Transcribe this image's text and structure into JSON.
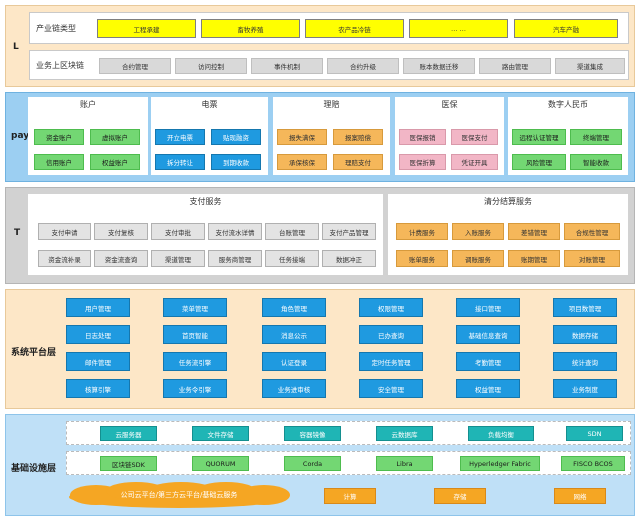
{
  "layers": {
    "l": {
      "label": "L"
    },
    "pay": {
      "label": "pay"
    },
    "t": {
      "label": "T"
    },
    "platform": {
      "label": "系统平台层"
    },
    "infra": {
      "label": "基础设施层"
    }
  },
  "l_layer": {
    "industry_label": "产业链类型",
    "industries": [
      "工程承建",
      "畜牧养殖",
      "农产品冷链",
      "… …",
      "汽车产融"
    ],
    "chain_label": "业务上区块链",
    "chain_items": [
      "合约管理",
      "访问控制",
      "事件机制",
      "合约升级",
      "账本数据迁移",
      "路由管理",
      "渠道集成"
    ]
  },
  "pay_layer": {
    "groups": [
      {
        "title": "账户",
        "items": [
          "资金账户",
          "虚拟账户",
          "信用账户",
          "权益账户"
        ]
      },
      {
        "title": "电票",
        "items": [
          "开立电票",
          "贴现融资",
          "拆分转让",
          "到期收款"
        ]
      },
      {
        "title": "理赔",
        "items": [
          "报失满保",
          "报案赔偿",
          "承保核保",
          "理赔支付"
        ]
      },
      {
        "title": "医保",
        "items": [
          "医保报销",
          "医保支付",
          "医保折算",
          "凭证开具"
        ]
      },
      {
        "title": "数字人民币",
        "items": [
          "远程认证管理",
          "终端管理",
          "风险管理",
          "智能收款"
        ]
      }
    ]
  },
  "t_layer": {
    "payment_title": "支付服务",
    "payment_items": [
      "支付申请",
      "支付复核",
      "支付审批",
      "支付流水详情",
      "台账管理",
      "支付产品管理",
      "资金流补录",
      "资金流查询",
      "渠道管理",
      "服务商管理",
      "任务接端",
      "数据冲正"
    ],
    "clearing_title": "清分结算服务",
    "clearing_items": [
      "计费服务",
      "入账服务",
      "差错管理",
      "合规性管理",
      "账单服务",
      "调账服务",
      "账期管理",
      "对账管理"
    ]
  },
  "platform_layer": {
    "items": [
      "用户管理",
      "菜单管理",
      "角色管理",
      "权限管理",
      "接口管理",
      "项目数管理",
      "日志处理",
      "首页智能",
      "消息公示",
      "已办查询",
      "基础信息查询",
      "数据存储",
      "邮件管理",
      "任务流引擎",
      "认证登录",
      "定时任务管理",
      "考勤管理",
      "统计查询",
      "核算引擎",
      "业务令引擎",
      "业务进审核",
      "安全管理",
      "权益管理",
      "业务制度"
    ]
  },
  "infra_layer": {
    "cloud_items": [
      "云服务器",
      "文件存储",
      "容器镜像",
      "云数据库",
      "负载均衡",
      "SDN"
    ],
    "chain_items": [
      "区块链SDK",
      "QUORUM",
      "Corda",
      "Libra",
      "Hyperledger Fabric",
      "FISCO BCOS"
    ],
    "cloud_platform": "公司云平台/第三方云平台/基础云服务",
    "resources": [
      "计算",
      "存储",
      "网络"
    ]
  },
  "colors": {
    "l_bg": "#fde7c7",
    "pay_bg": "#9ccff2",
    "t_bg": "#d2d2d2",
    "platform_bg": "#fde7c7",
    "infra_bg": "#bfe0f7"
  }
}
